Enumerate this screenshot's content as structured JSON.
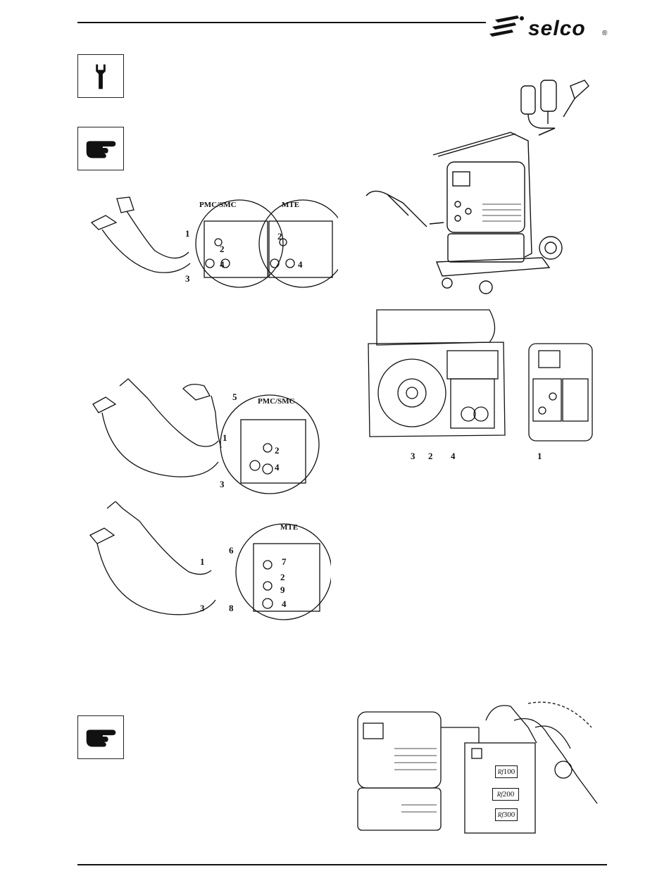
{
  "header": {
    "brand": "selco",
    "reg_mark": "®"
  },
  "figures": {
    "mma_connection": {
      "label_left": "PMC/SMC",
      "label_right": "MTE",
      "callouts": [
        "1",
        "2",
        "3",
        "4",
        "2",
        "4"
      ]
    },
    "tig_pmc": {
      "label": "PMC/SMC",
      "callouts": [
        "5",
        "1",
        "2",
        "3",
        "4"
      ]
    },
    "tig_mte": {
      "label": "MTE",
      "callouts": [
        "6",
        "7",
        "1",
        "2",
        "9",
        "3",
        "8",
        "4"
      ]
    },
    "wire_feeder_open": {
      "callouts": [
        "3",
        "2",
        "4",
        "1"
      ]
    },
    "cooling_unit": {
      "badges": [
        "100",
        "200",
        "300"
      ],
      "badge_prefix": "Rf"
    }
  },
  "icons": {
    "maintenance": "wrench-icon",
    "note_1": "pointing-hand-icon",
    "note_2": "pointing-hand-icon"
  }
}
